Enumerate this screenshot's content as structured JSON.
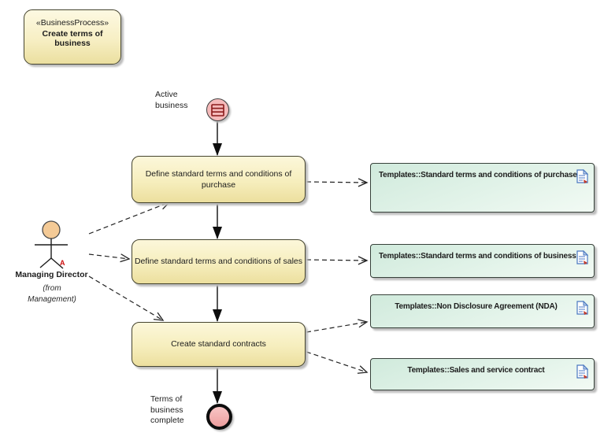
{
  "diagram": {
    "note": {
      "stereotype": "«BusinessProcess»",
      "title": "Create terms of business"
    },
    "start_node": {
      "label": "Active business"
    },
    "end_node": {
      "label": "Terms of business complete"
    },
    "actor": {
      "name": "Managing Director",
      "from": "(from Management)",
      "marker": "A"
    },
    "activities": [
      {
        "label": "Define standard terms and conditions of purchase"
      },
      {
        "label": "Define standard terms and conditions of sales"
      },
      {
        "label": "Create standard contracts"
      }
    ],
    "artifacts": [
      {
        "label": "Templates::Standard terms and conditions of purchase"
      },
      {
        "label": "Templates::Standard terms and conditions of business"
      },
      {
        "label": "Templates::Non Disclosure Agreement (NDA)"
      },
      {
        "label": "Templates::Sales and service contract"
      }
    ],
    "colors": {
      "activity_fill": "#f3e9b8",
      "artifact_fill": "#ddf0e5",
      "start_fill": "#f5baba",
      "end_fill": "#f0a4a4",
      "actor_head": "#f4ca96",
      "marker_red": "#cc1111",
      "shadow": "#bcbcbc"
    }
  }
}
